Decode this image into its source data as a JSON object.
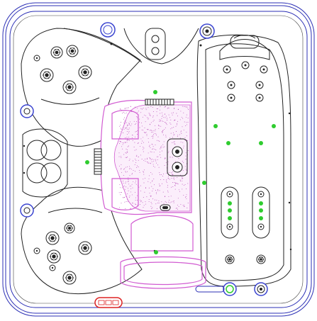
{
  "colors": {
    "shell_outline": "#2b2fb5",
    "line_black": "#222222",
    "contour_magenta": "#d15bd1",
    "speckle": "#b03ab0",
    "led_green": "#2fcc2f",
    "panel_red": "#dd2222",
    "jet_halo": "#3a44d0"
  },
  "icons": [
    "large-rotary-jet-icon",
    "small-directional-jet-icon",
    "neck-jet-icon",
    "pillow-icon",
    "air-control-knob-icon",
    "diverter-valve-icon",
    "filter-skimmer-icon",
    "green-led-light-icon",
    "control-panel-icon",
    "suction-fitting-icon"
  ],
  "layout_summary": {
    "seat_count": 6,
    "lounge_count": 1,
    "led_light_count": 14
  }
}
